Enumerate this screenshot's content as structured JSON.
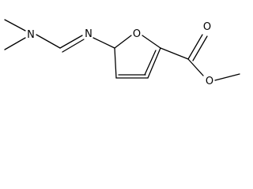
{
  "atoms": {
    "dimethylamino_nitrogen": "N",
    "imine_nitrogen": "N",
    "ring_oxygen": "O",
    "carbonyl_oxygen": "O",
    "ester_oxygen": "O"
  },
  "colors": {
    "ink": "#000000",
    "background": "#ffffff"
  }
}
